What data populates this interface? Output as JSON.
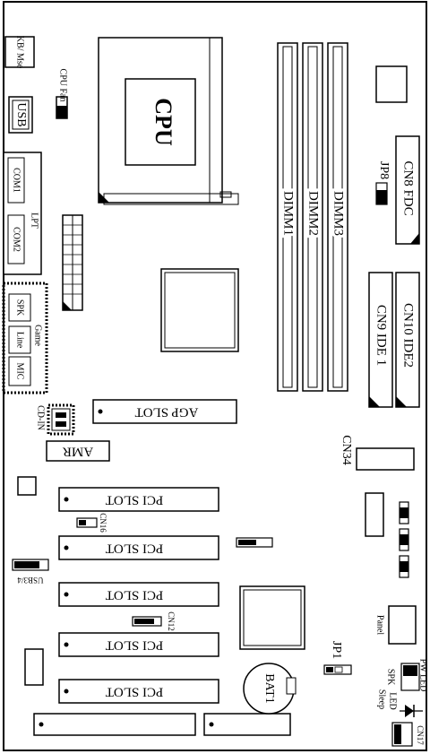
{
  "diagram": {
    "labels": {
      "kb_mse": "KB/ Mse",
      "usb": "USB",
      "cpu_fan": "CPU Fan",
      "cpu": "CPU",
      "com1": "COM1",
      "com2": "COM2",
      "lpt": "LPT",
      "spk_audio": "SPK",
      "line": "Line",
      "game": "Game",
      "mic": "MIC",
      "cd_in": "CD-IN",
      "agp_slot": "AGP SLOT",
      "amr": "AMR",
      "pci_slot": "PCI SLOT",
      "cn16": "CN16",
      "usb34": "USB3/4",
      "cn12": "CN12",
      "dimm1": "DIMM1",
      "dimm2": "DIMM2",
      "dimm3": "DIMM3",
      "jp8": "JP8",
      "cn8_fdc": "CN8 FDC",
      "cn9_ide1": "CN9 IDE 1",
      "cn10_ide2": "CN10 IDE2",
      "cn34": "CN34",
      "jp1": "JP1",
      "bat1": "BAT1",
      "panel": "Panel",
      "spk_panel": "SPK",
      "pw_led": "PW LED",
      "sleep": "Sleep",
      "led": "LED",
      "cn17": "CN17"
    }
  }
}
